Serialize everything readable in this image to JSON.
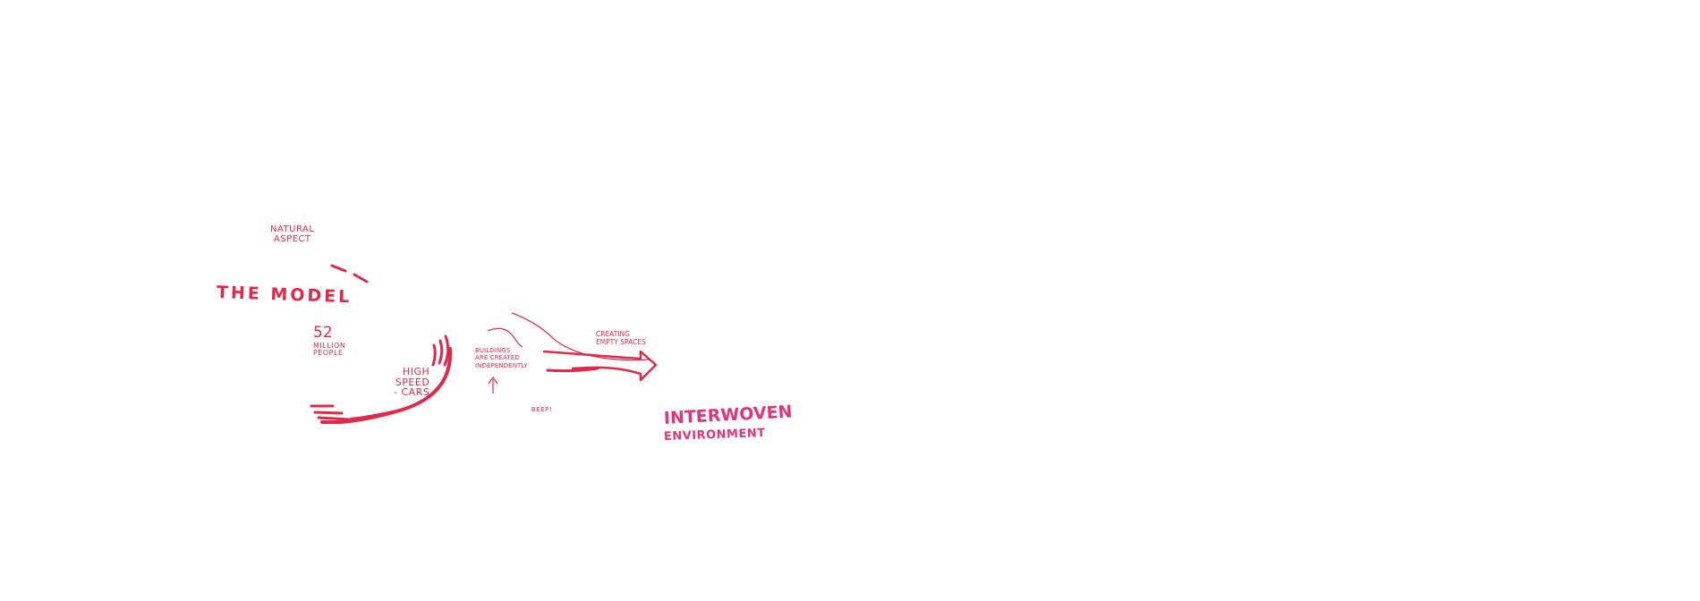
{
  "labels": {
    "natural_aspect_line1": "NATURAL",
    "natural_aspect_line2": "ASPECT",
    "the_model": "THE MODEL",
    "population_number": "52",
    "population_line1": "MILLION",
    "population_line2": "PEOPLE",
    "cars_line1": "HIGH",
    "cars_line2": "SPEED",
    "cars_line3": "- CARS",
    "buildings_line1": "BUILDINGS",
    "buildings_line2": "ARE CREATED",
    "buildings_line3": "INDEPENDENTLY",
    "creating_line1": "CREATING",
    "creating_line2": "EMPTY SPACES",
    "beep": "BEEP!",
    "interwoven": "INTERWOVEN",
    "environment": "ENVIRONMENT"
  },
  "colors": {
    "ink_red": "#e0294a",
    "ink_pink": "#e2347b",
    "background": "#ffffff"
  }
}
